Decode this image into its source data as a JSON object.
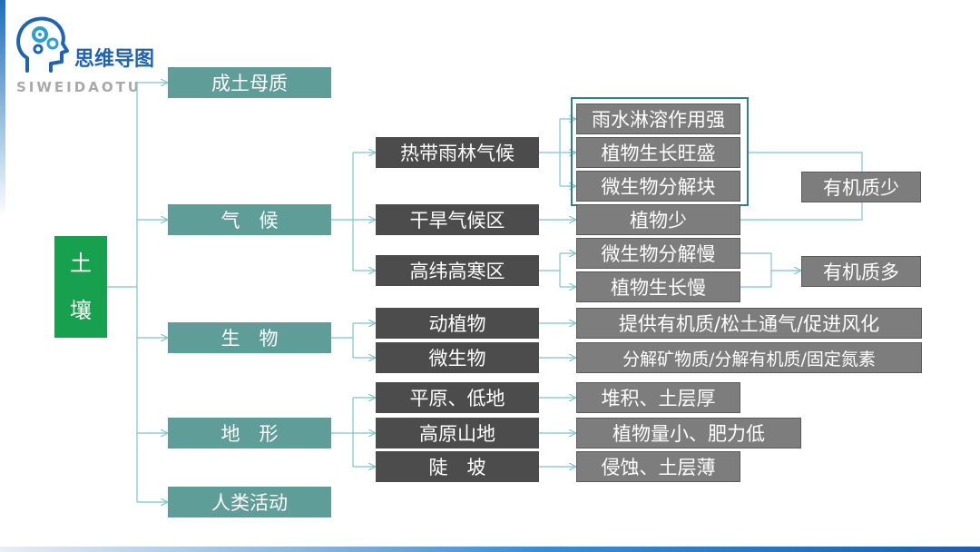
{
  "logo": {
    "title": "思维导图",
    "subtitle": "SIWEIDAOTU",
    "icon": "head-gears-icon"
  },
  "colors": {
    "root": "#17a14e",
    "level1": "#5f9e98",
    "level2": "#4c4c4c",
    "level3": "#7d7d7d",
    "line": "#7ec4cc",
    "highlight": "#2f7f8f"
  },
  "root": {
    "line1": "土",
    "line2": "壤"
  },
  "level1": {
    "parent_material": "成土母质",
    "climate": "气　候",
    "biology": "生　物",
    "terrain": "地　形",
    "human": "人类活动"
  },
  "climate": {
    "rainforest": "热带雨林气候",
    "arid": "干旱气候区",
    "highland": "高纬高寒区",
    "rainforest_items": [
      "雨水淋溶作用强",
      "植物生长旺盛",
      "微生物分解块"
    ],
    "arid_item": "植物少",
    "highland_items": [
      "微生物分解慢",
      "植物生长慢"
    ],
    "result_low": "有机质少",
    "result_high": "有机质多"
  },
  "biology": {
    "plants_animals": "动植物",
    "plants_animals_effect": "提供有机质/松土通气/促进风化",
    "microbes": "微生物",
    "microbes_effect": "分解矿物质/分解有机质/固定氮素"
  },
  "terrain": {
    "plain": "平原、低地",
    "plain_effect": "堆积、土层厚",
    "plateau": "高原山地",
    "plateau_effect": "植物量小、肥力低",
    "slope": "陡　坡",
    "slope_effect": "侵蚀、土层薄"
  }
}
